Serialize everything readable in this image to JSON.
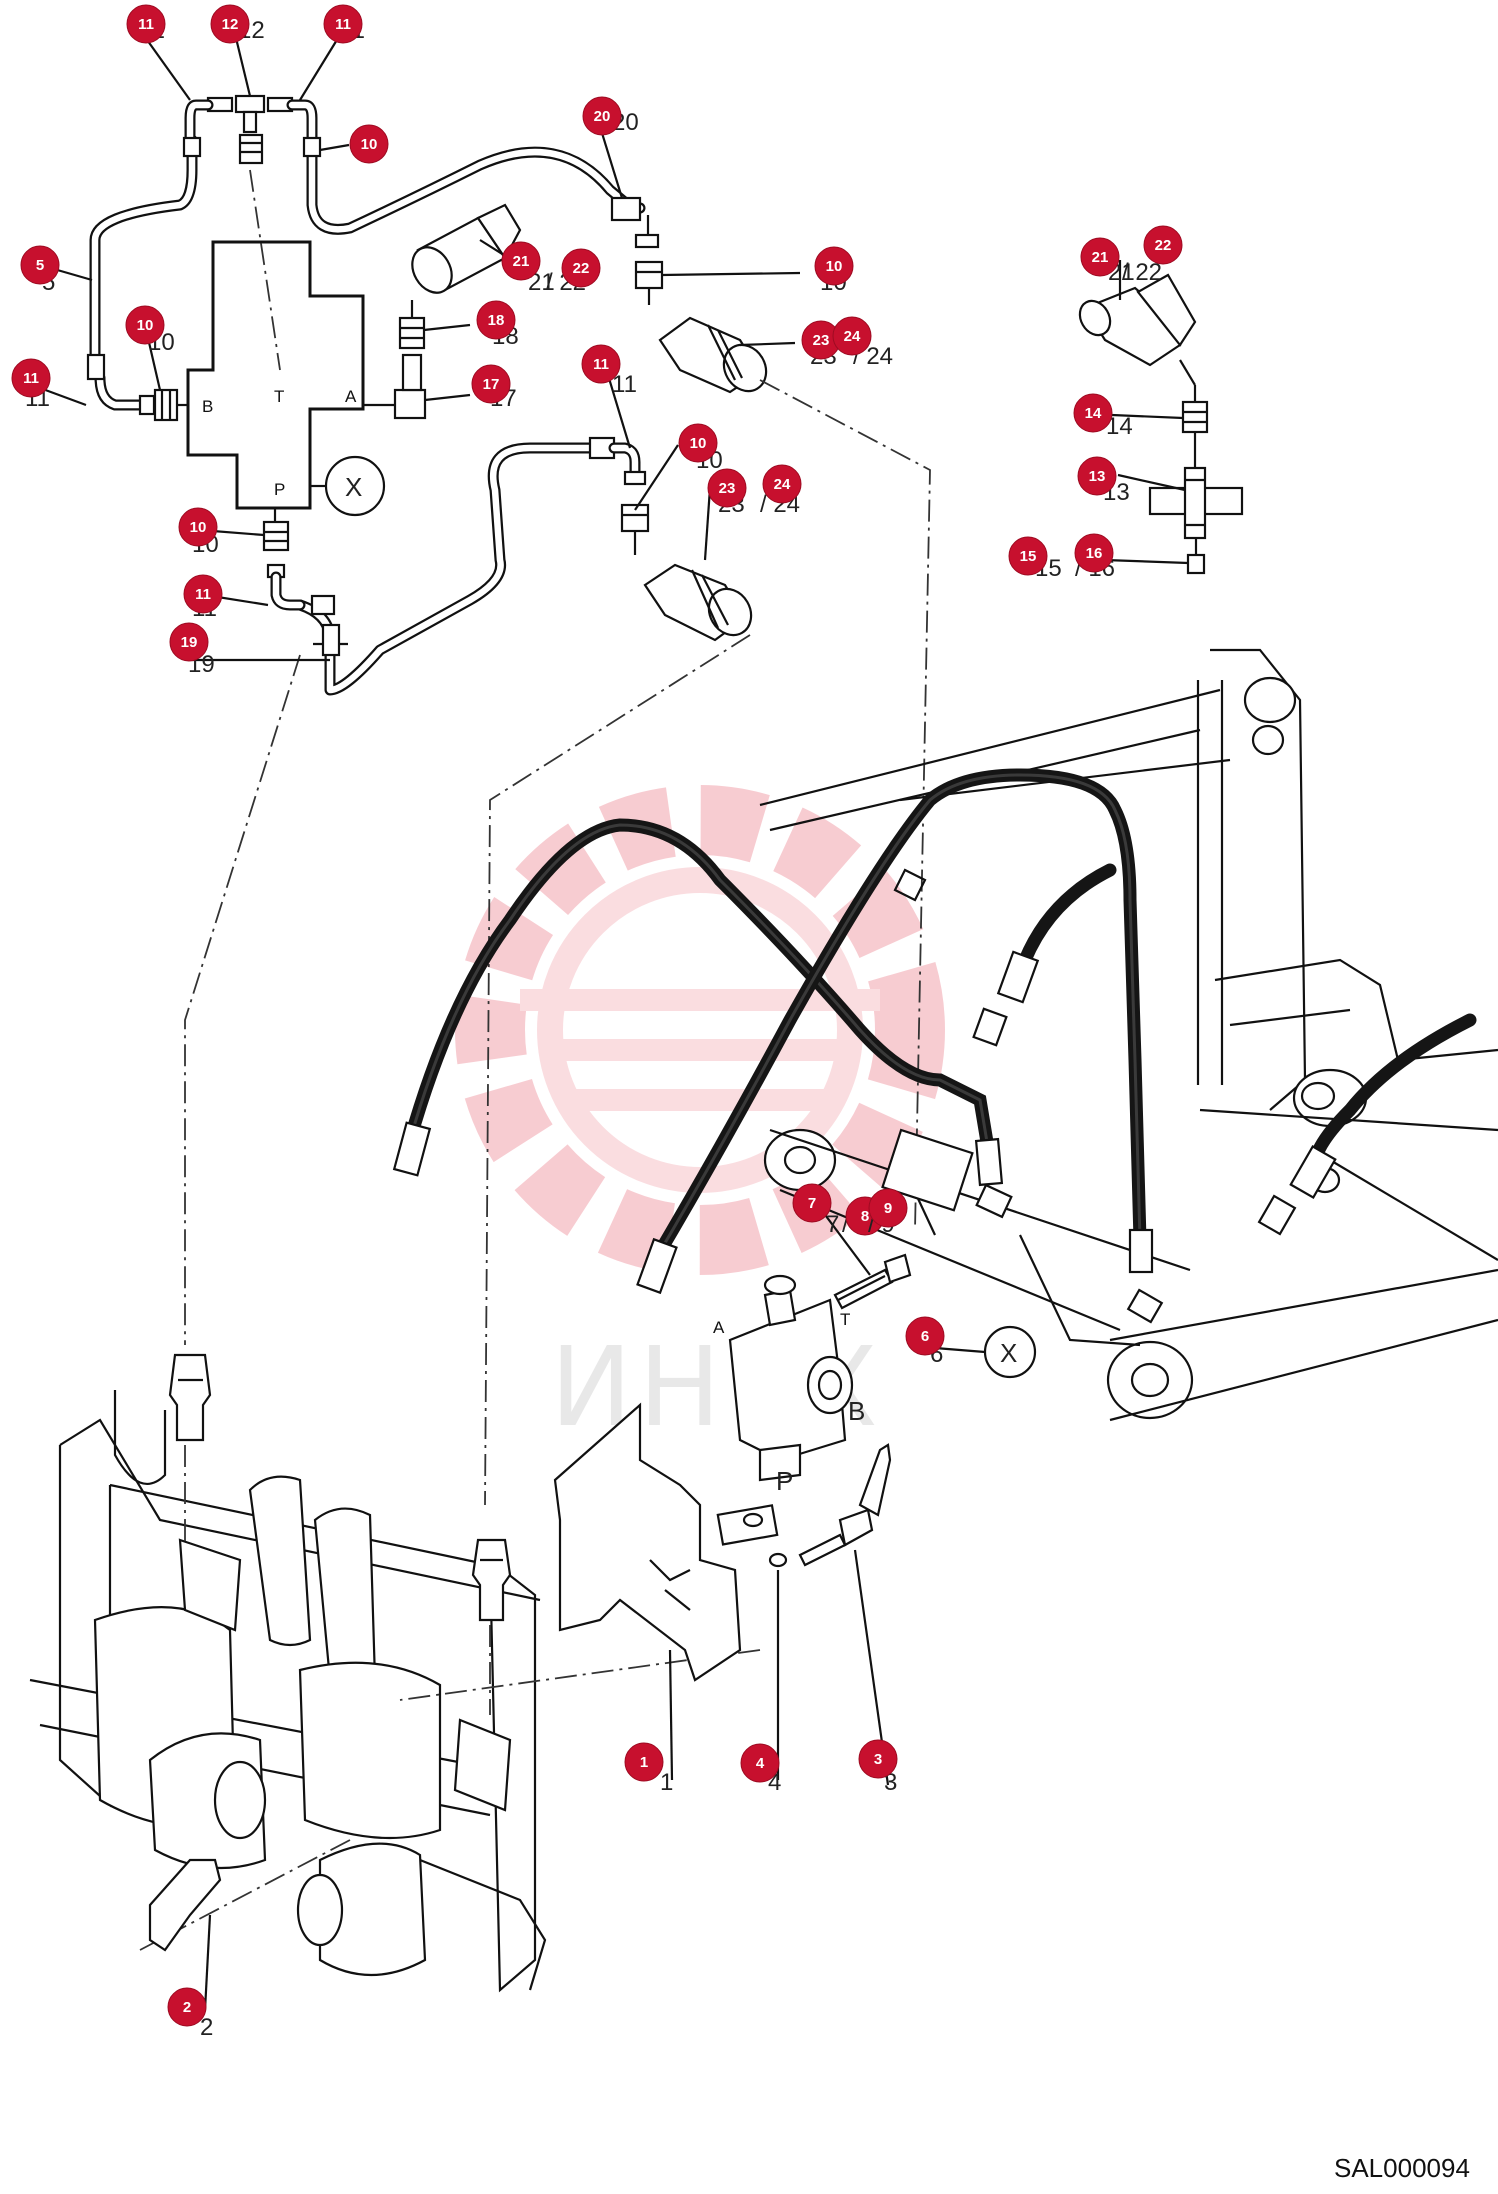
{
  "diagram": {
    "code": "SAL000094",
    "watermark_text": "ИНЕХ",
    "ports": {
      "schematic": {
        "a": "A",
        "b": "B",
        "t": "T",
        "p": "P",
        "x": "X"
      },
      "valve": {
        "a": "A",
        "t": "T",
        "b": "B",
        "p": "P",
        "x": "X"
      }
    },
    "callouts": [
      {
        "num": "11",
        "label": "11"
      },
      {
        "num": "12",
        "label": "12"
      },
      {
        "num": "11",
        "label": "11"
      },
      {
        "num": "10",
        "label": "10"
      },
      {
        "num": "20",
        "label": "20"
      },
      {
        "num": "5",
        "label": "5"
      },
      {
        "num": "21",
        "label": "21"
      },
      {
        "num": "22",
        "label": "/ 22"
      },
      {
        "num": "10",
        "label": "10"
      },
      {
        "num": "10",
        "label": "10"
      },
      {
        "num": "18",
        "label": "18"
      },
      {
        "num": "23",
        "label": "23"
      },
      {
        "num": "24",
        "label": "/ 24"
      },
      {
        "num": "11",
        "label": "11"
      },
      {
        "num": "17",
        "label": "17"
      },
      {
        "num": "11",
        "label": "11"
      },
      {
        "num": "10",
        "label": "10"
      },
      {
        "num": "23",
        "label": "23"
      },
      {
        "num": "24",
        "label": "/ 24"
      },
      {
        "num": "10",
        "label": "10"
      },
      {
        "num": "11",
        "label": "11"
      },
      {
        "num": "19",
        "label": "19"
      },
      {
        "num": "21",
        "label": "21"
      },
      {
        "num": "22",
        "label": "/ 22"
      },
      {
        "num": "14",
        "label": "14"
      },
      {
        "num": "13",
        "label": "13"
      },
      {
        "num": "15",
        "label": "15"
      },
      {
        "num": "16",
        "label": "/ 16"
      },
      {
        "num": "7",
        "label": "7"
      },
      {
        "num": "8",
        "label": "/ 8"
      },
      {
        "num": "9",
        "label": "/ 9"
      },
      {
        "num": "6",
        "label": "6"
      },
      {
        "num": "1",
        "label": "1"
      },
      {
        "num": "4",
        "label": "4"
      },
      {
        "num": "3",
        "label": "3"
      },
      {
        "num": "2",
        "label": "2"
      }
    ]
  }
}
